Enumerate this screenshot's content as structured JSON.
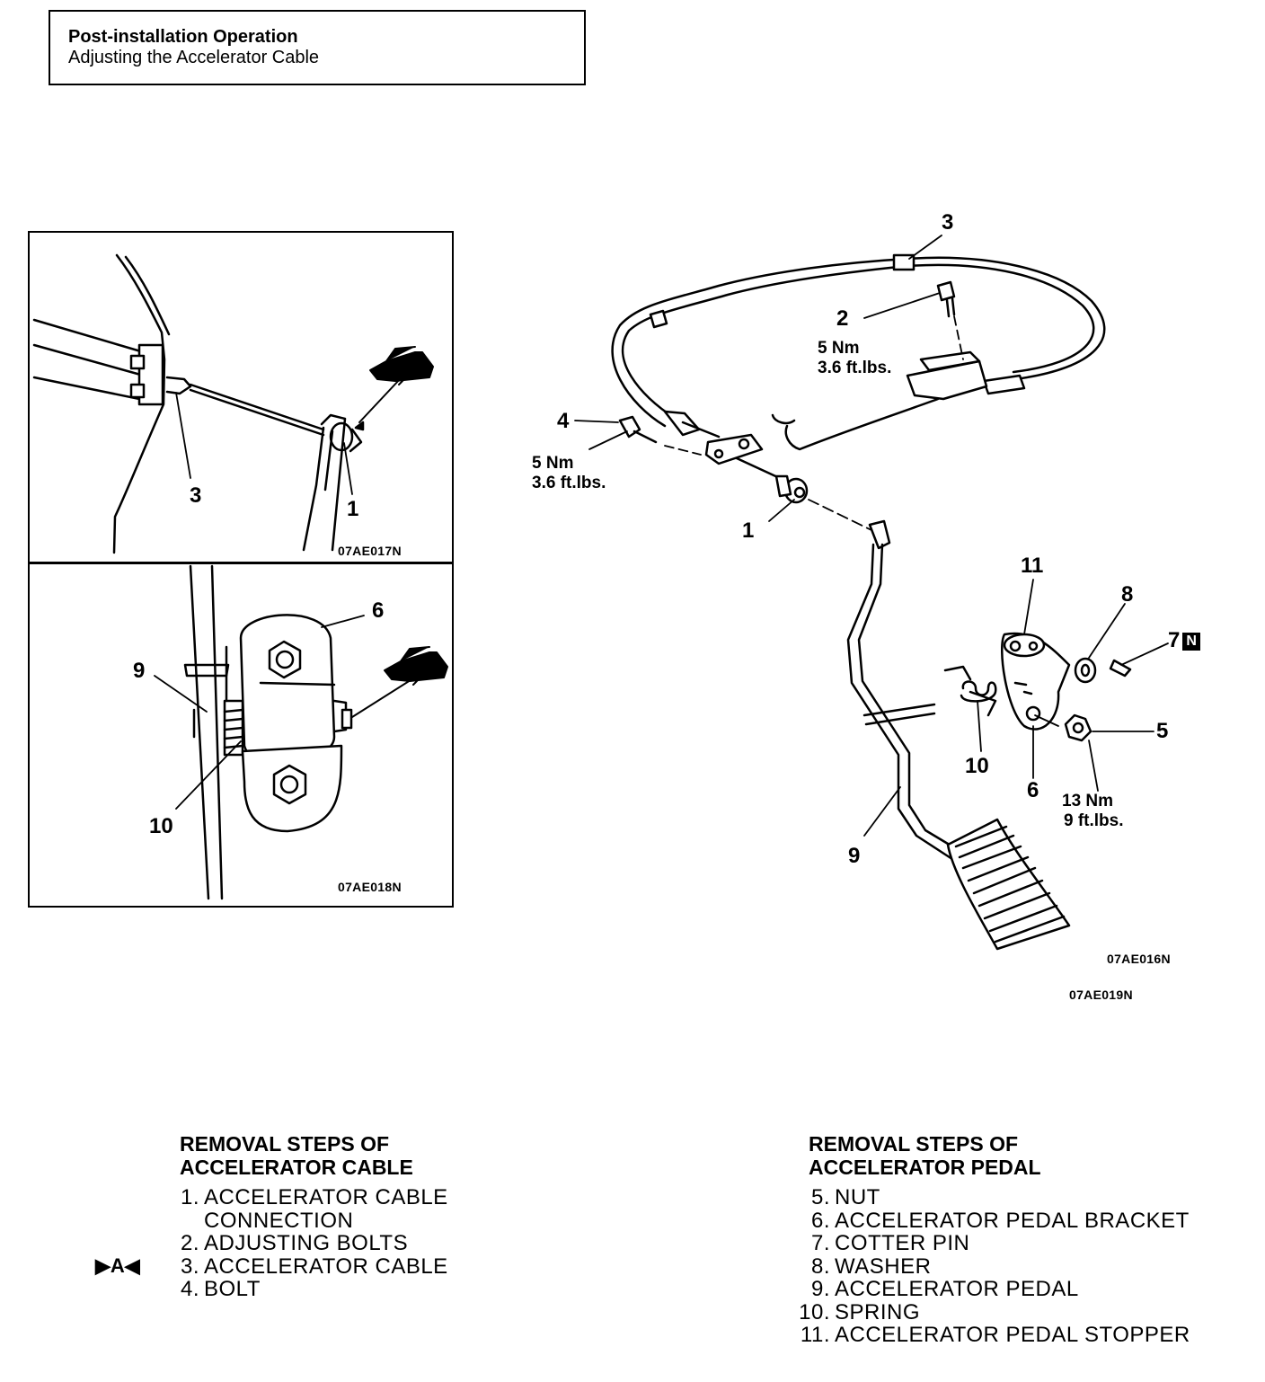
{
  "header": {
    "title": "Post-installation Operation",
    "subtitle": "Adjusting the Accelerator Cable"
  },
  "figures": {
    "top_inset": {
      "code": "07AE017N",
      "callouts": [
        "3",
        "1"
      ]
    },
    "bottom_inset": {
      "code": "07AE018N",
      "callouts": [
        "6",
        "9",
        "10"
      ]
    },
    "main": {
      "codes": [
        "07AE016N",
        "07AE019N"
      ],
      "callouts": [
        "3",
        "2",
        "4",
        "1",
        "11",
        "8",
        "7",
        "5",
        "10",
        "6",
        "9"
      ],
      "badge": "N",
      "torques": {
        "bolt2": [
          "5 Nm",
          "3.6 ft.lbs."
        ],
        "bolt4": [
          "5 Nm",
          "3.6 ft.lbs."
        ],
        "nut5": [
          "13 Nm",
          "9 ft.lbs."
        ]
      }
    }
  },
  "cable_steps": {
    "heading": [
      "REMOVAL STEPS OF",
      "ACCELERATOR CABLE"
    ],
    "marker": "▶A◀",
    "items": [
      {
        "num": "1.",
        "text": "ACCELERATOR CABLE"
      },
      {
        "num": "",
        "text": "CONNECTION"
      },
      {
        "num": "2.",
        "text": "ADJUSTING BOLTS"
      },
      {
        "num": "3.",
        "text": "ACCELERATOR CABLE"
      },
      {
        "num": "4.",
        "text": "BOLT"
      }
    ]
  },
  "pedal_steps": {
    "heading": [
      "REMOVAL STEPS OF",
      "ACCELERATOR PEDAL"
    ],
    "items": [
      {
        "num": "5.",
        "text": "NUT"
      },
      {
        "num": "6.",
        "text": "ACCELERATOR PEDAL BRACKET"
      },
      {
        "num": "7.",
        "text": "COTTER PIN"
      },
      {
        "num": "8.",
        "text": "WASHER"
      },
      {
        "num": "9.",
        "text": "ACCELERATOR PEDAL"
      },
      {
        "num": "10.",
        "text": "SPRING"
      },
      {
        "num": "11.",
        "text": "ACCELERATOR PEDAL STOPPER"
      }
    ]
  }
}
